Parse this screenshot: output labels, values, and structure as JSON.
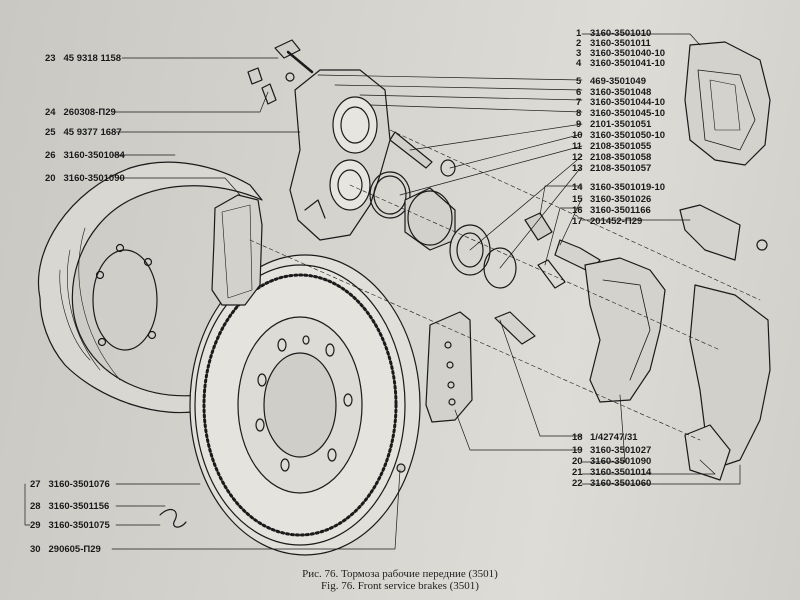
{
  "figure": {
    "caption_ru": "Рис. 76. Тормоза рабочие передние (3501)",
    "caption_en": "Fig. 76. Front service brakes (3501)"
  },
  "callouts_left": [
    {
      "n": "23",
      "part": "45 9318 1158"
    },
    {
      "n": "24",
      "part": "260308-П29"
    },
    {
      "n": "25",
      "part": "45 9377 1687"
    },
    {
      "n": "26",
      "part": "3160-3501084"
    },
    {
      "n": "20",
      "part": "3160-3501090"
    },
    {
      "n": "27",
      "part": "3160-3501076"
    },
    {
      "n": "28",
      "part": "3160-3501156"
    },
    {
      "n": "29",
      "part": "3160-3501075"
    },
    {
      "n": "30",
      "part": "290605-П29"
    }
  ],
  "callouts_right": [
    {
      "n": "1",
      "part": "3160-3501010"
    },
    {
      "n": "2",
      "part": "3160-3501011"
    },
    {
      "n": "3",
      "part": "3160-3501040-10"
    },
    {
      "n": "4",
      "part": "3160-3501041-10"
    },
    {
      "n": "5",
      "part": "469-3501049"
    },
    {
      "n": "6",
      "part": "3160-3501048"
    },
    {
      "n": "7",
      "part": "3160-3501044-10"
    },
    {
      "n": "8",
      "part": "3160-3501045-10"
    },
    {
      "n": "9",
      "part": "2101-3501051"
    },
    {
      "n": "10",
      "part": "3160-3501050-10"
    },
    {
      "n": "11",
      "part": "2108-3501055"
    },
    {
      "n": "12",
      "part": "2108-3501058"
    },
    {
      "n": "13",
      "part": "2108-3501057"
    },
    {
      "n": "14",
      "part": "3160-3501019-10"
    },
    {
      "n": "15",
      "part": "3160-3501026"
    },
    {
      "n": "16",
      "part": "3160-3501166"
    },
    {
      "n": "17",
      "part": "201452-П29"
    },
    {
      "n": "18",
      "part": "1/42747/31"
    },
    {
      "n": "19",
      "part": "3160-3501027"
    },
    {
      "n": "20",
      "part": "3160-3501090"
    },
    {
      "n": "21",
      "part": "3160-3501014"
    },
    {
      "n": "22",
      "part": "3160-3501060"
    }
  ]
}
